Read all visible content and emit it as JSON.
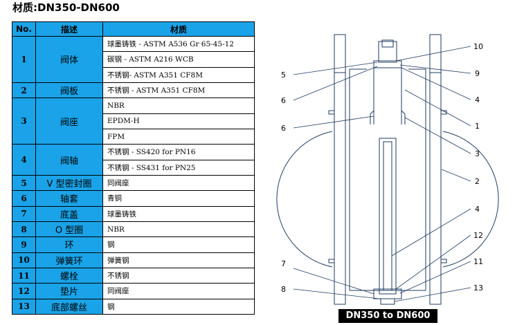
{
  "title": "材质:DN350-DN600",
  "table": {
    "headers": [
      "No.",
      "描述",
      "材质"
    ],
    "rows": [
      {
        "no": "1",
        "desc": "阀体",
        "materials": [
          "球墨铸铁 - ASTM A536 Gr 65-45-12",
          "碳钢 - ASTM A216 WCB",
          "不锈钢- ASTM A351 CF8M"
        ]
      },
      {
        "no": "2",
        "desc": "阀板",
        "materials": [
          "不锈钢 - ASTM A351 CF8M"
        ]
      },
      {
        "no": "3",
        "desc": "阀座",
        "materials": [
          "NBR",
          "EPDM-H",
          "FPM"
        ]
      },
      {
        "no": "4",
        "desc": "阀轴",
        "materials": [
          "不锈钢 - SS420 for PN16",
          "不锈钢 - SS431 for PN25"
        ]
      },
      {
        "no": "5",
        "desc": "V 型密封圈",
        "materials": [
          "同阀座"
        ]
      },
      {
        "no": "6",
        "desc": "轴套",
        "materials": [
          "青铜"
        ]
      },
      {
        "no": "7",
        "desc": "底盖",
        "materials": [
          "球墨铸铁"
        ]
      },
      {
        "no": "8",
        "desc": "O 型圈",
        "materials": [
          "NBR"
        ]
      },
      {
        "no": "9",
        "desc": "环",
        "materials": [
          "钢"
        ]
      },
      {
        "no": "10",
        "desc": "弹簧环",
        "materials": [
          "弹簧钢"
        ]
      },
      {
        "no": "11",
        "desc": "螺栓",
        "materials": [
          "不锈钢"
        ]
      },
      {
        "no": "12",
        "desc": "垫片",
        "materials": [
          "同阀座"
        ]
      },
      {
        "no": "13",
        "desc": "底部螺丝",
        "materials": [
          "钢"
        ]
      }
    ]
  },
  "drawing": {
    "callouts_left": [
      "5",
      "6",
      "6",
      "7",
      "8"
    ],
    "callouts_right": [
      "10",
      "9",
      "4",
      "1",
      "3",
      "2",
      "4",
      "12",
      "11",
      "13"
    ],
    "caption": "DN350 to DN600"
  }
}
